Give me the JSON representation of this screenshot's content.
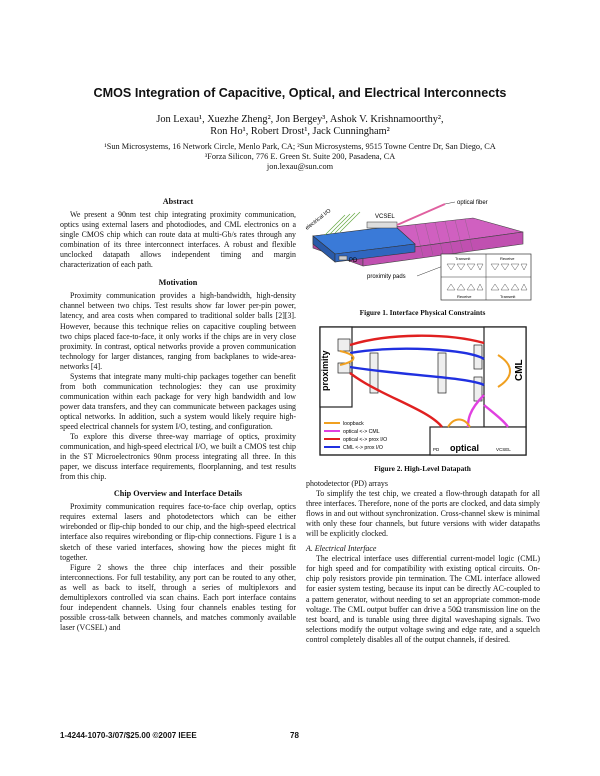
{
  "title": "CMOS Integration of Capacitive, Optical, and Electrical Interconnects",
  "authors_line1": "Jon Lexau¹, Xuezhe Zheng², Jon Bergey³, Ashok V. Krishnamoorthy²,",
  "authors_line2": "Ron Ho¹, Robert Drost¹, Jack Cunningham²",
  "affil_line1": "¹Sun Microsystems, 16 Network Circle, Menlo Park, CA; ²Sun Microsystems, 9515 Towne Centre Dr, San Diego, CA",
  "affil_line2": "³Forza Silicon, 776 E. Green St. Suite 200, Pasadena, CA",
  "email": "jon.lexau@sun.com",
  "abstract_heading": "Abstract",
  "abstract_text": "We present a 90nm test chip integrating proximity communication, optics using external lasers and photodiodes, and CML electronics on a single CMOS chip which can route data at multi-Gb/s rates through any combination of its three interconnect interfaces. A robust and flexible unclocked datapath allows independent timing and margin characterization of each path.",
  "motivation_heading": "Motivation",
  "motivation_p1": "Proximity communication provides a high-bandwidth, high-density channel between two chips. Test results show far lower per-pin power, latency, and area costs when compared to traditional solder balls [2][3]. However, because this technique relies on capacitive coupling between two chips placed face-to-face, it only works if the chips are in very close proximity. In contrast, optical networks provide a proven communication technology for larger distances, ranging from backplanes to wide-area-networks [4].",
  "motivation_p2": "Systems that integrate many multi-chip packages together can benefit from both communication technologies: they can use proximity communication within each package for very high bandwidth and low power data transfers, and they can communicate between packages using optical networks. In addition, such a system would likely require high-speed electrical channels for system I/O, testing, and configuration.",
  "motivation_p3": "To explore this diverse three-way marriage of optics, proximity communication, and high-speed electrical I/O, we built a CMOS test chip in the ST Microelectronics 90nm process integrating all three. In this paper, we discuss interface requirements, floorplanning, and test results from this chip.",
  "overview_heading": "Chip Overview and Interface Details",
  "overview_p1": "Proximity communication requires face-to-face chip overlap, optics requires external lasers and photodetectors which can be either wirebonded or flip-chip bonded to our chip, and the high-speed electrical interface also requires wirebonding or flip-chip connections. Figure 1 is a sketch of these varied interfaces, showing how the pieces might fit together.",
  "overview_p2": "Figure 2 shows the three chip interfaces and their possible interconnections. For full testability, any port can be routed to any other, as well as back to itself, through a series of multiplexors and demultiplexors controlled via scan chains. Each port interface contains four independent channels. Using four channels enables testing for possible cross-talk between channels, and matches commonly available laser (VCSEL) and",
  "right_p1_cont": "photodetector (PD) arrays",
  "right_p2": "To simplify the test chip, we created a flow-through datapath for all three interfaces. Therefore, none of the ports are clocked, and data simply flows in and out without synchronization. Cross-channel skew is minimal with only these four channels, but future versions with wider datapaths will be explicitly clocked.",
  "electrical_heading": "A. Electrical Interface",
  "electrical_p1": "The electrical interface uses differential current-model logic (CML) for high speed and for compatibility with existing optical circuits. On-chip poly resistors provide pin termination. The CML interface allowed for easier system testing, because its input can be directly AC-coupled to a pattern generator, without needing to set an appropriate common-mode voltage. The CML output buffer can drive a 50Ω transmission line on the test board, and is tunable using three digital waveshaping signals. Two selections modify the output voltage swing and edge rate, and a squelch control completely disables all of the output channels, if desired.",
  "fig1": {
    "caption": "Figure 1.    Interface Physical Constraints",
    "label_fiber": "optical fiber",
    "label_vcsel": "VCSEL",
    "label_electrical": "electrical I/O",
    "label_pd": "PD",
    "label_pads": "proximity pads",
    "label_transmit": "Transmit",
    "label_receive": "Receive"
  },
  "fig2": {
    "caption": "Figure 2.    High-Level Datapath",
    "label_proximity": "proximity",
    "label_cml": "CML",
    "label_optical": "optical",
    "label_pd": "PD",
    "label_vcsel": "VCSEL",
    "legend": [
      {
        "label": "loopback",
        "color": "#f0a020"
      },
      {
        "label": "optical <-> CML",
        "color": "#e040e0"
      },
      {
        "label": "optical <-> prox I/O",
        "color": "#e02020"
      },
      {
        "label": "CML <-> prox I/O",
        "color": "#2030e0"
      }
    ]
  },
  "footer_left": "1-4244-1070-3/07/$25.00 ©2007 IEEE",
  "footer_page": "78"
}
